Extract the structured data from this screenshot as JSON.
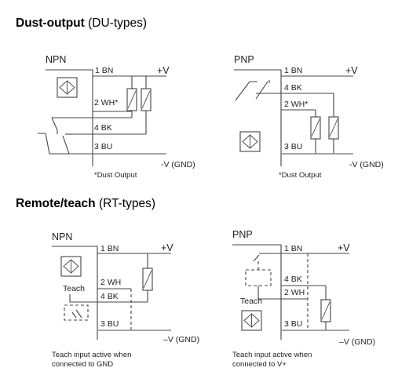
{
  "sections": [
    {
      "title_bold": "Dust-output",
      "title_normal": " (DU-types)"
    },
    {
      "title_bold": "Remote/teach",
      "title_normal": " (RT-types)"
    }
  ],
  "du_npn": {
    "label": "NPN",
    "w1": "1 BN",
    "w2": "2 WH*",
    "w4": "4 BK",
    "w3": "3 BU",
    "vplus": "+V",
    "vminus": "-V (GND)",
    "note": "*Dust Output"
  },
  "du_pnp": {
    "label": "PNP",
    "w1": "1 BN",
    "w4": "4 BK",
    "w2": "2 WH*",
    "w3": "3 BU",
    "vplus": "+V",
    "vminus": "-V (GND)",
    "note": "*Dust Output"
  },
  "rt_npn": {
    "label": "NPN",
    "w1": "1 BN",
    "w2": "2 WH",
    "teach": "Teach",
    "w4": "4 BK",
    "w3": "3 BU",
    "vplus": "+V",
    "vminus": "–V (GND)",
    "note_line1": "Teach input active when",
    "note_line2": "connected to GND"
  },
  "rt_pnp": {
    "label": "PNP",
    "w1": "1 BN",
    "w4": "4 BK",
    "w2": "2 WH",
    "teach": "Teach",
    "w3": "3 BU",
    "vplus": "+V",
    "vminus": "–V (GND)",
    "note_line1": "Teach input active when",
    "note_line2": "connected to V+"
  }
}
